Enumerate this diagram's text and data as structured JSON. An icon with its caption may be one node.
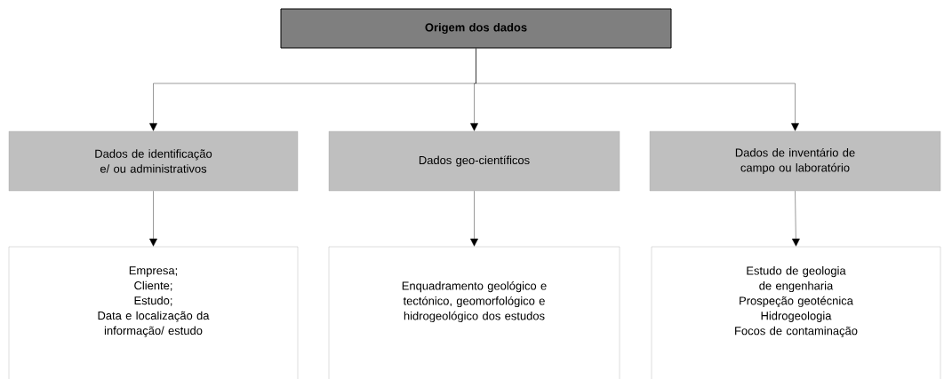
{
  "diagram": {
    "nodes": [
      {
        "text": [
          "Origem dos dados"
        ]
      },
      {
        "text": [
          "Dados de identificação e/ ou administrativos"
        ]
      },
      {
        "text": [
          "Dados geo-científicos"
        ]
      },
      {
        "text": [
          "Dados de inventário de campo ou laboratório"
        ]
      },
      {
        "text": [
          "Empresa;",
          "Cliente;",
          "Estudo;",
          "Data e localização da informação/ estudo"
        ]
      },
      {
        "text": [
          "Enquadramento geológico e tectónico, geomorfológico e hidrogeológico dos estudos"
        ]
      },
      {
        "text": [
          "Estudo de geologia de engenharia",
          "Prospeção geotécnica",
          "Hidrogeologia",
          "Focos de contaminação"
        ]
      }
    ],
    "edges": [
      {
        "from": 0,
        "to": 1,
        "arrow": "to"
      },
      {
        "from": 0,
        "to": 2,
        "arrow": "to"
      },
      {
        "from": 0,
        "to": 3,
        "arrow": "to"
      },
      {
        "from": 1,
        "to": 4,
        "arrow": "to"
      },
      {
        "from": 2,
        "to": 5,
        "arrow": "to"
      },
      {
        "from": 3,
        "to": 6,
        "arrow": "to"
      }
    ]
  }
}
